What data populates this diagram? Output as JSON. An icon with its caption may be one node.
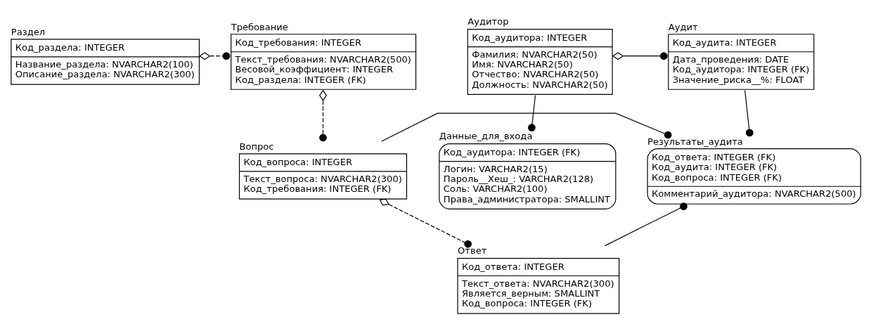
{
  "diagram": {
    "nodes": [
      {
        "text": [
          "Раздел",
          "Код_раздела: INTEGER",
          "Название_раздела: NVARCHAR2(100)",
          "Описание_раздела: NVARCHAR2(300)"
        ]
      },
      {
        "text": [
          "Требование",
          "Код_требования: INTEGER",
          "Текст_требования: NVARCHAR2(500)",
          "Весовой_коэффициент: INTEGER",
          "Код_раздела: INTEGER (FK)"
        ]
      },
      {
        "text": [
          "Аудит",
          "Код_аудита: INTEGER",
          "Дата_проведения: DATE",
          "Код_аудитора: INTEGER (FK)",
          "Значение_риска__%: FLOAT"
        ]
      },
      {
        "text": [
          "Аудитор",
          "Код_аудитора: INTEGER",
          "Фамилия: NVARCHAR2(50)",
          "Имя: NVARCHAR2(50)",
          "Отчество: NVARCHAR2(50)",
          "Должность: NVARCHAR2(50)"
        ]
      },
      {
        "text": [
          "Вопрос",
          "Код_вопроса: INTEGER",
          "Текст_вопроса: NVARCHAR2(300)",
          "Код_требования: INTEGER (FK)"
        ]
      },
      {
        "text": [
          "Результаты_аудита",
          "Код_ответа: INTEGER (FK)",
          "Код_аудита: INTEGER (FK)",
          "Код_вопроса: INTEGER (FK)",
          "Комментарий_аудитора: NVARCHAR2(500)"
        ]
      },
      {
        "text": [
          "Данные_для_входа",
          "Код_аудитора: INTEGER (FK)",
          "Логин: VARCHAR2(15)",
          "Пароль__Хеш_: VARCHAR2(128)",
          "Соль: VARCHAR2(100)",
          "Права_администратора: SMALLINT"
        ]
      },
      {
        "text": [
          "Ответ",
          "Код_ответа: INTEGER",
          "Текст_ответа: NVARCHAR2(300)",
          "Является_верным: SMALLINT",
          "Код_вопроса: INTEGER (FK)"
        ]
      }
    ],
    "edges": [
      {
        "from": 0,
        "to": 1,
        "arrow": "other",
        "style": "dashed"
      },
      {
        "from": 1,
        "to": 4,
        "arrow": "other",
        "style": "dashed"
      },
      {
        "from": 3,
        "to": 2,
        "arrow": "other"
      },
      {
        "from": 3,
        "to": 6,
        "arrow": "other"
      },
      {
        "from": 2,
        "to": 5,
        "arrow": "other"
      },
      {
        "from": 4,
        "to": 5,
        "arrow": "other"
      },
      {
        "from": 4,
        "to": 7,
        "arrow": "other",
        "style": "dashed"
      },
      {
        "from": 7,
        "to": 5,
        "arrow": "other"
      }
    ]
  }
}
